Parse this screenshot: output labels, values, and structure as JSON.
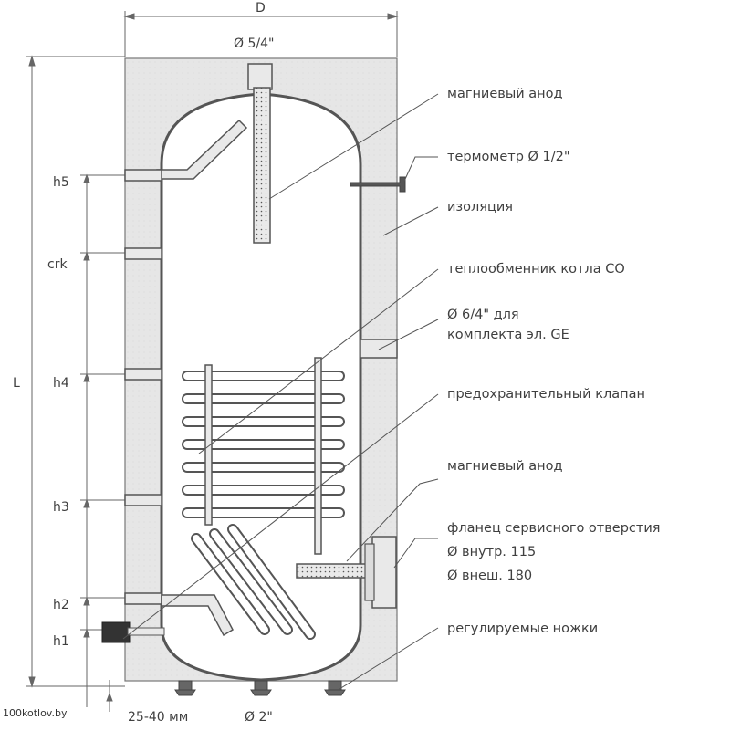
{
  "dimensions": {
    "width_label": "D",
    "top_pipe": "Ø 5/4\"",
    "height_label": "L",
    "heights": [
      "h5",
      "crk",
      "h4",
      "h3",
      "h2",
      "h1"
    ],
    "foot_gap": "25-40 мм",
    "bottom_pipe": "Ø 2\""
  },
  "callouts": {
    "anode_top": "магниевый анод",
    "thermometer": "термометр Ø 1/2\"",
    "insulation": "изоляция",
    "heat_exchanger": "теплообменник котла CO",
    "ge_line1": "Ø 6/4\" для",
    "ge_line2": "комплекта эл. GE",
    "safety_valve": "предохранительный клапан",
    "anode_bottom": "магниевый анод",
    "flange_line1": "фланец сервисного отверстия",
    "flange_line2": "Ø внутр. 115",
    "flange_line3": "Ø внеш. 180",
    "feet": "регулируемые ножки"
  },
  "watermark": "100kotlov.by"
}
